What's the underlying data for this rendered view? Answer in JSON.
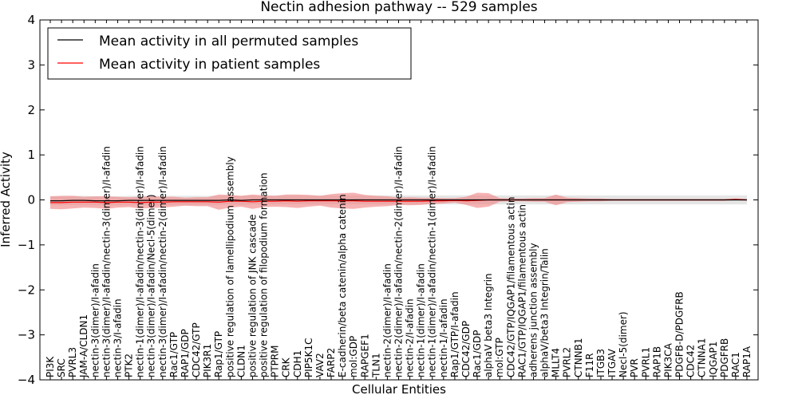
{
  "chart_data": {
    "type": "line",
    "title": "Nectin adhesion pathway -- 529 samples",
    "xlabel": "Cellular Entities",
    "ylabel": "Inferred Activity",
    "ylim": [
      -4,
      4
    ],
    "yticks": [
      -4,
      -3,
      -2,
      -1,
      0,
      1,
      2,
      3,
      4
    ],
    "ytick_labels": [
      "−4",
      "−3",
      "−2",
      "−1",
      "0",
      "1",
      "2",
      "3",
      "4"
    ],
    "grid": false,
    "legend_position": "top-left",
    "categories": [
      "PI3K",
      "SRC",
      "PVRL3",
      "JAM-A/CLDN1",
      "nectin-3(dimer)/I-afadin",
      "nectin-3(dimer)/I-afadin/nectin-3(dimer)/I-afadin",
      "nectin-3/I-afadin",
      "PTK2",
      "nectin-1(dimer)/I-afadin/nectin-3(dimer)/I-afadin",
      "nectin-3(dimer)/I-afadin/Necl-5(dimer)",
      "nectin-3(dimer)/I-afadin/nectin-2(dimer)/I-afadin",
      "Rac1/GTP",
      "RAP1/GDP",
      "CDC42/GTP",
      "PIK3R1",
      "Rap1/GTP",
      "positive regulation of lamellipodium assembly",
      "CLDN1",
      "positive regulation of JNK cascade",
      "positive regulation of filopodium formation",
      "PTPRM",
      "CRK",
      "CDH1",
      "PIP5K1C",
      "VAV2",
      "FARP2",
      "E-cadherin/beta catenin/alpha catenin",
      "mol:GDP",
      "RAPGEF1",
      "TLN1",
      "nectin-2(dimer)/I-afadin",
      "nectin-2(dimer)/I-afadin/nectin-2(dimer)/I-afadin",
      "nectin-2/I-afadin",
      "nectin-1(dimer)/I-afadin",
      "nectin-1(dimer)/I-afadin/nectin-1(dimer)/I-afadin",
      "nectin-1/I-afadin",
      "Rap1/GTP/I-afadin",
      "CDC42/GDP",
      "Rac1/GDP",
      "alphaV beta3 Integrin",
      "mol:GTP",
      "CDC42/GTP/IQGAP1/filamentous actin",
      "RAC1/GTP/IQGAP1/filamentous actin",
      "adherens junction assembly",
      "alphaV/beta3 Integrin/Talin",
      "MLLT4",
      "PVRL2",
      "CTNNB1",
      "F11R",
      "ITGB3",
      "ITGAV",
      "Necl-5(dimer)",
      "PVR",
      "PVRL1",
      "RAP1B",
      "PIK3CA",
      "PDGFB-D/PDGFRB",
      "CDC42",
      "CTNNA1",
      "IQGAP1",
      "PDGFRB",
      "RAC1",
      "RAP1A"
    ],
    "series": [
      {
        "name": "Mean activity in all permuted samples",
        "color": "#000000",
        "band_color": "#d3d3d3",
        "values": [
          -0.02,
          -0.02,
          -0.01,
          -0.01,
          -0.02,
          -0.02,
          -0.02,
          -0.01,
          -0.01,
          -0.01,
          -0.01,
          -0.01,
          -0.01,
          -0.01,
          -0.01,
          -0.01,
          0.0,
          -0.01,
          0.0,
          0.0,
          0.0,
          0.0,
          0.0,
          0.0,
          0.0,
          0.0,
          0.0,
          0.0,
          0.0,
          0.0,
          0.0,
          0.0,
          0.0,
          0.0,
          0.0,
          0.0,
          0.0,
          0.0,
          0.0,
          0.0,
          0.0,
          0.0,
          0.0,
          0.0,
          0.0,
          0.0,
          0.0,
          0.0,
          0.0,
          0.0,
          0.0,
          0.0,
          0.0,
          0.0,
          0.0,
          0.0,
          0.0,
          0.0,
          0.0,
          0.0,
          0.0,
          0.0,
          0.0
        ],
        "spread": [
          0.1,
          0.1,
          0.1,
          0.1,
          0.1,
          0.1,
          0.1,
          0.1,
          0.1,
          0.1,
          0.1,
          0.1,
          0.1,
          0.1,
          0.1,
          0.1,
          0.1,
          0.1,
          0.1,
          0.1,
          0.1,
          0.1,
          0.1,
          0.1,
          0.1,
          0.1,
          0.1,
          0.1,
          0.1,
          0.1,
          0.1,
          0.1,
          0.1,
          0.1,
          0.1,
          0.1,
          0.1,
          0.1,
          0.1,
          0.1,
          0.1,
          0.1,
          0.1,
          0.1,
          0.1,
          0.1,
          0.1,
          0.1,
          0.1,
          0.1,
          0.1,
          0.1,
          0.1,
          0.1,
          0.1,
          0.1,
          0.1,
          0.1,
          0.1,
          0.1,
          0.1,
          0.1,
          0.1
        ]
      },
      {
        "name": "Mean activity in patient samples",
        "color": "#ff0000",
        "band_color": "#f08080",
        "values": [
          -0.06,
          -0.06,
          -0.05,
          -0.05,
          -0.05,
          -0.06,
          -0.05,
          -0.05,
          -0.06,
          -0.05,
          -0.05,
          -0.04,
          -0.04,
          -0.04,
          -0.04,
          -0.05,
          -0.03,
          -0.03,
          -0.04,
          -0.03,
          -0.03,
          -0.02,
          -0.03,
          -0.02,
          -0.02,
          -0.02,
          -0.02,
          -0.02,
          -0.03,
          -0.03,
          -0.03,
          -0.03,
          -0.03,
          -0.03,
          -0.02,
          -0.02,
          -0.01,
          -0.02,
          -0.01,
          0.0,
          0.0,
          0.0,
          0.0,
          0.0,
          0.0,
          0.0,
          0.0,
          0.0,
          0.0,
          0.0,
          0.0,
          0.0,
          0.0,
          0.0,
          0.0,
          0.0,
          0.0,
          0.0,
          0.0,
          0.0,
          0.0,
          0.01,
          0.0
        ],
        "spread": [
          0.14,
          0.15,
          0.14,
          0.12,
          0.13,
          0.14,
          0.12,
          0.11,
          0.13,
          0.13,
          0.12,
          0.11,
          0.09,
          0.1,
          0.1,
          0.17,
          0.14,
          0.12,
          0.16,
          0.13,
          0.12,
          0.14,
          0.15,
          0.13,
          0.11,
          0.15,
          0.17,
          0.18,
          0.14,
          0.12,
          0.11,
          0.08,
          0.09,
          0.08,
          0.07,
          0.06,
          0.05,
          0.09,
          0.17,
          0.15,
          0.04,
          0.03,
          0.03,
          0.04,
          0.04,
          0.12,
          0.05,
          0.04,
          0.03,
          0.03,
          0.02,
          0.02,
          0.02,
          0.02,
          0.02,
          0.02,
          0.02,
          0.02,
          0.02,
          0.02,
          0.02,
          0.02,
          0.02
        ]
      }
    ]
  }
}
